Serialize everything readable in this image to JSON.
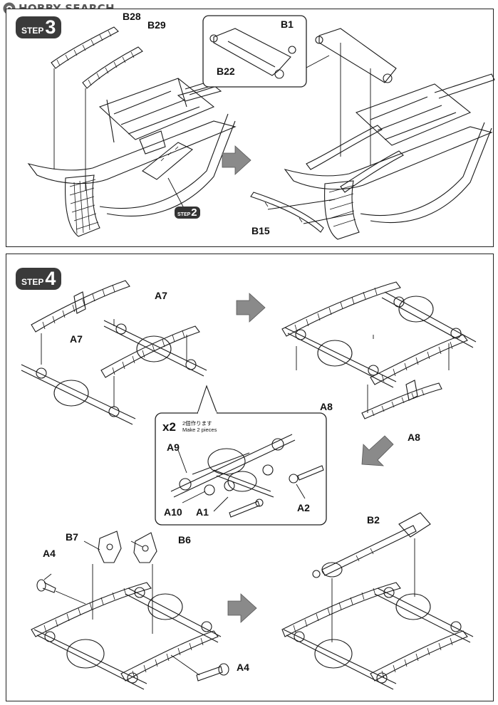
{
  "watermark": {
    "text": "HOBBY SEARCH"
  },
  "step3": {
    "badge_word": "STEP",
    "badge_num": "3",
    "ref_badge_word": "STEP",
    "ref_badge_num": "2",
    "labels": {
      "b28": "B28",
      "b29": "B29",
      "b1": "B1",
      "b22": "B22",
      "b15": "B15"
    }
  },
  "step4": {
    "badge_word": "STEP",
    "badge_num": "4",
    "labels": {
      "a7_left": "A7",
      "a7_right": "A7",
      "a8_top": "A8",
      "a8_bottom": "A8",
      "a9": "A9",
      "a10": "A10",
      "a1": "A1",
      "a2": "A2",
      "b7": "B7",
      "b6": "B6",
      "a4_top": "A4",
      "a4_bottom": "A4",
      "b2": "B2"
    },
    "callout": {
      "multiplier": "x2",
      "note_jp": "2個作ります",
      "note_en": "Make 2 pieces"
    }
  },
  "colors": {
    "ink": "#1a1a1a",
    "arrow": "#8a8a8a",
    "badge": "#3a3a3a"
  }
}
